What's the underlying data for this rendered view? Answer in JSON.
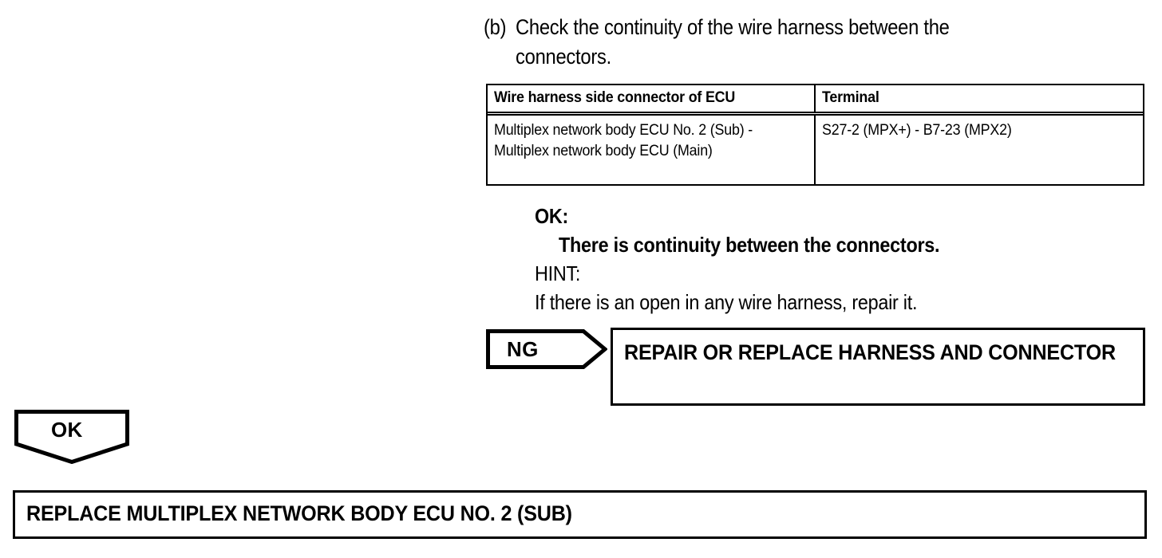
{
  "step": {
    "label": "(b)",
    "text": "Check the continuity of the wire harness between the connectors."
  },
  "table": {
    "headers": [
      "Wire harness side connector of ECU",
      "Terminal"
    ],
    "rows": [
      {
        "connector": "Multiplex network body ECU No. 2 (Sub) - Multiplex network body ECU (Main)",
        "terminal": "S27-2 (MPX+) - B7-23 (MPX2)"
      }
    ]
  },
  "result": {
    "ok_label": "OK:",
    "ok_condition": "There is continuity between the connectors.",
    "hint_label": "HINT:",
    "hint_text": "If there is an open in any wire harness, repair it."
  },
  "ng_branch": {
    "flag": "NG",
    "action": "REPAIR OR REPLACE HARNESS AND CONNECTOR"
  },
  "ok_branch": {
    "flag": "OK",
    "action": "REPLACE MULTIPLEX NETWORK BODY ECU NO. 2 (SUB)"
  },
  "colors": {
    "ink": "#000000",
    "page": "#ffffff"
  }
}
